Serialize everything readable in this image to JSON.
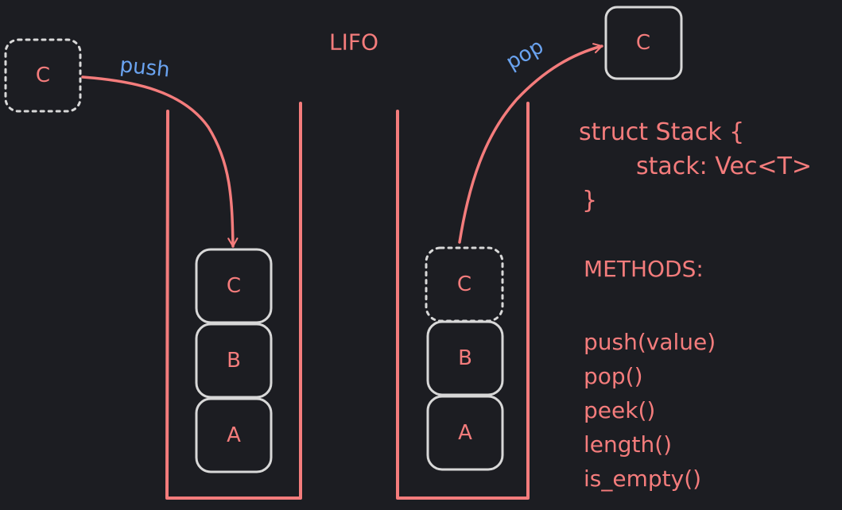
{
  "title": "LIFO",
  "push_label": "push",
  "pop_label": "pop",
  "incoming_block": "C",
  "popped_block": "C",
  "left_stack": [
    "A",
    "B",
    "C"
  ],
  "right_stack": [
    "A",
    "B",
    "C"
  ],
  "code": {
    "line1": "struct Stack {",
    "line2": "stack: Vec<T>",
    "line3": "}"
  },
  "methods_heading": "METHODS:",
  "methods": [
    "push(value)",
    "pop()",
    "peek()",
    "length()",
    "is_empty()"
  ],
  "colors": {
    "background": "#1c1d22",
    "accent": "#f47c7c",
    "block_stroke": "#d8d8d8",
    "label_blue": "#6aa3f0"
  }
}
